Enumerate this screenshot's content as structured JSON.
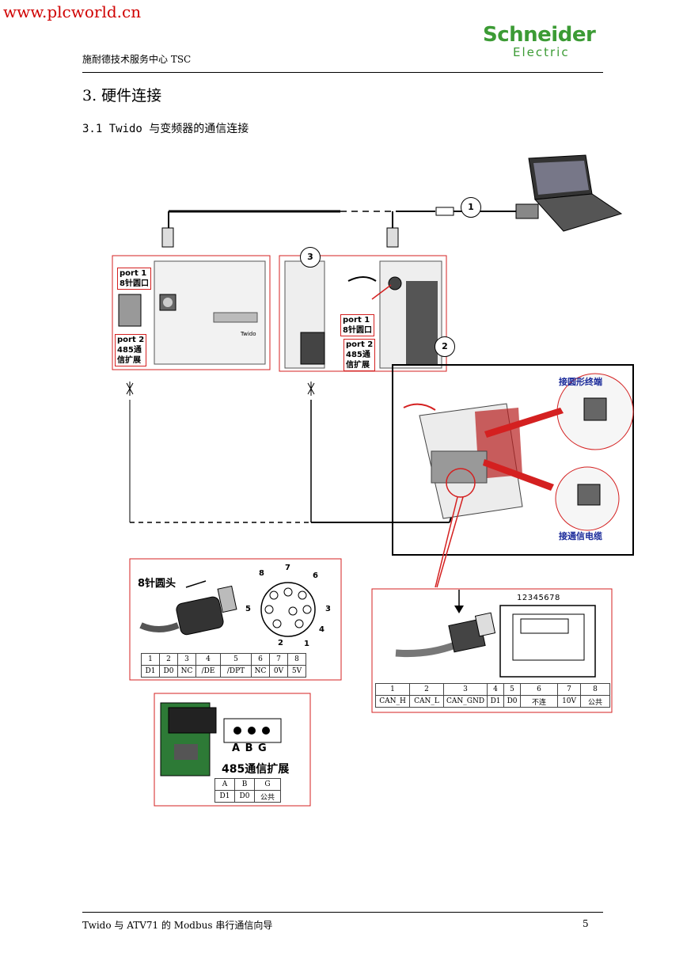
{
  "watermark": "www.plcworld.cn",
  "header": {
    "left_text": "施耐德技术服务中心 TSC",
    "logo_line1": "Schneider",
    "logo_line2": "Electric"
  },
  "section": {
    "title": "3.  硬件连接",
    "subtitle": "3.1 Twido 与变频器的通信连接"
  },
  "diagram": {
    "callouts": [
      "1",
      "2",
      "3"
    ],
    "left_plc": {
      "port1_line1": "port 1",
      "port1_line2": "8针圆口",
      "port2_line1": "port 2",
      "port2_line2": "485通",
      "port2_line3": "信扩展",
      "brand": "Twido"
    },
    "right_plc": {
      "port1_line1": "port 1",
      "port1_line2": "8针圆口",
      "port2_line1": "port 2",
      "port2_line2": "485通",
      "port2_line3": "信扩展"
    },
    "drive": {
      "label_top": "接圆形终端",
      "label_bottom": "接通信电缆"
    }
  },
  "connector_8pin": {
    "label": "8针圆头",
    "pin_numbers": [
      "8",
      "7",
      "6",
      "5",
      "3",
      "4",
      "2",
      "1"
    ],
    "table": {
      "pins": [
        "1",
        "2",
        "3",
        "4",
        "5",
        "6",
        "7",
        "8"
      ],
      "signals": [
        "D1",
        "D0",
        "NC",
        "/DE",
        "/DPT",
        "NC",
        "0V",
        "5V"
      ]
    }
  },
  "rj45": {
    "pin_header": "12345678",
    "table": {
      "pins": [
        "1",
        "2",
        "3",
        "4",
        "5",
        "6",
        "7",
        "8"
      ],
      "signals": [
        "CAN_H",
        "CAN_L",
        "CAN_GND",
        "D1",
        "D0",
        "不连",
        "10V",
        "公共"
      ]
    }
  },
  "module_485": {
    "terminals": "A B G",
    "label": "485通信扩展",
    "table": {
      "pins": [
        "A",
        "B",
        "G"
      ],
      "signals": [
        "D1",
        "D0",
        "公共"
      ]
    }
  },
  "footer": {
    "left_text": "Twido 与 ATV71 的 Modbus 串行通信向导",
    "page": "5"
  }
}
